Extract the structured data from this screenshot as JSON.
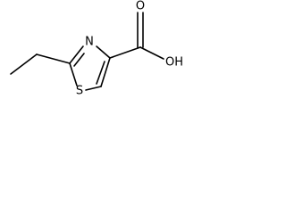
{
  "molecule": {
    "atoms": {
      "nitrogen": "N",
      "sulfur": "S",
      "carbonyl_oxygen": "O",
      "hydroxyl": "OH"
    },
    "colors": {
      "bond": "#000000",
      "label": "#000000",
      "background": "#ffffff"
    }
  }
}
